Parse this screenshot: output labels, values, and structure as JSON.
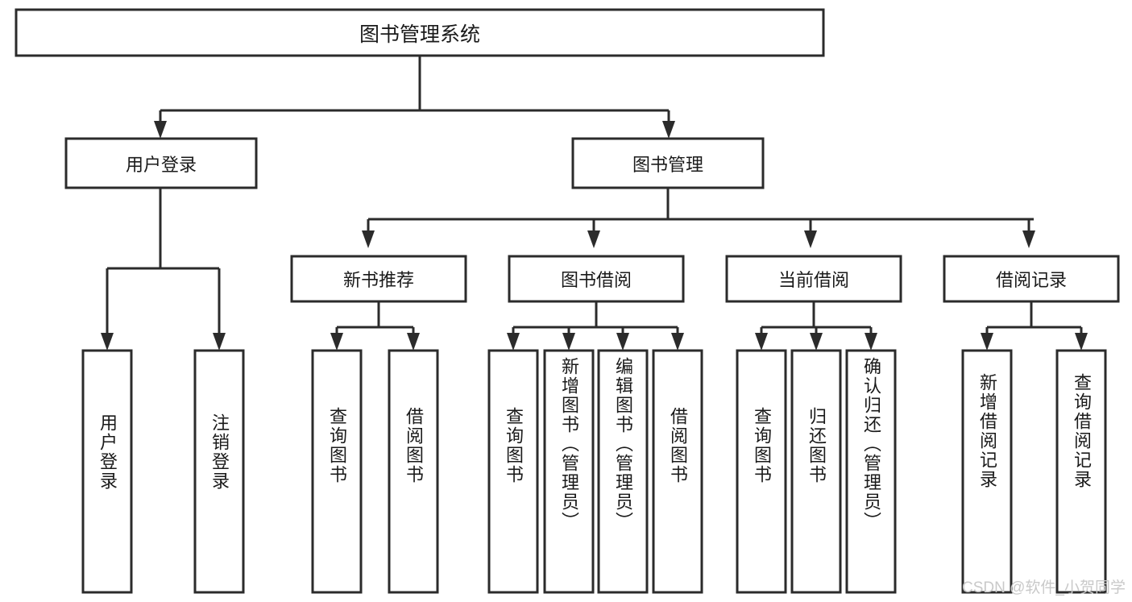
{
  "diagram": {
    "type": "tree-hierarchy",
    "title": "图书管理系统",
    "orientation": "top-down",
    "root": {
      "id": "root",
      "label": "图书管理系统",
      "level": 0
    },
    "level1": [
      {
        "id": "user-login",
        "label": "用户登录"
      },
      {
        "id": "book-management",
        "label": "图书管理"
      }
    ],
    "level2": [
      {
        "id": "new-book-recommend",
        "label": "新书推荐",
        "parent": "book-management"
      },
      {
        "id": "book-borrow",
        "label": "图书借阅",
        "parent": "book-management"
      },
      {
        "id": "current-borrow",
        "label": "当前借阅",
        "parent": "book-management"
      },
      {
        "id": "borrow-record",
        "label": "借阅记录",
        "parent": "book-management"
      }
    ],
    "leaves": {
      "user-login": [
        {
          "id": "leaf-user-login",
          "label": "用户登录"
        },
        {
          "id": "leaf-user-logout",
          "label": "注销登录"
        }
      ],
      "new-book-recommend": [
        {
          "id": "leaf-query-book-1",
          "label": "查询图书"
        },
        {
          "id": "leaf-borrow-book-1",
          "label": "借阅图书"
        }
      ],
      "book-borrow": [
        {
          "id": "leaf-query-book-2",
          "label": "查询图书"
        },
        {
          "id": "leaf-add-book",
          "label": "新增图书（管理员）"
        },
        {
          "id": "leaf-edit-book",
          "label": "编辑图书（管理员）"
        },
        {
          "id": "leaf-borrow-book-2",
          "label": "借阅图书"
        }
      ],
      "current-borrow": [
        {
          "id": "leaf-query-book-3",
          "label": "查询图书"
        },
        {
          "id": "leaf-return-book",
          "label": "归还图书"
        },
        {
          "id": "leaf-confirm-return",
          "label": "确认归还（管理员）"
        }
      ],
      "borrow-record": [
        {
          "id": "leaf-add-record",
          "label": "新增借阅记录"
        },
        {
          "id": "leaf-query-record",
          "label": "查询借阅记录"
        }
      ]
    }
  },
  "watermark": {
    "text": "CSDN @软件_小贺同学"
  },
  "colors": {
    "stroke": "#2b2b2b",
    "fill": "#ffffff",
    "text": "#1a1a1a",
    "watermark": "#c9c9c9"
  }
}
